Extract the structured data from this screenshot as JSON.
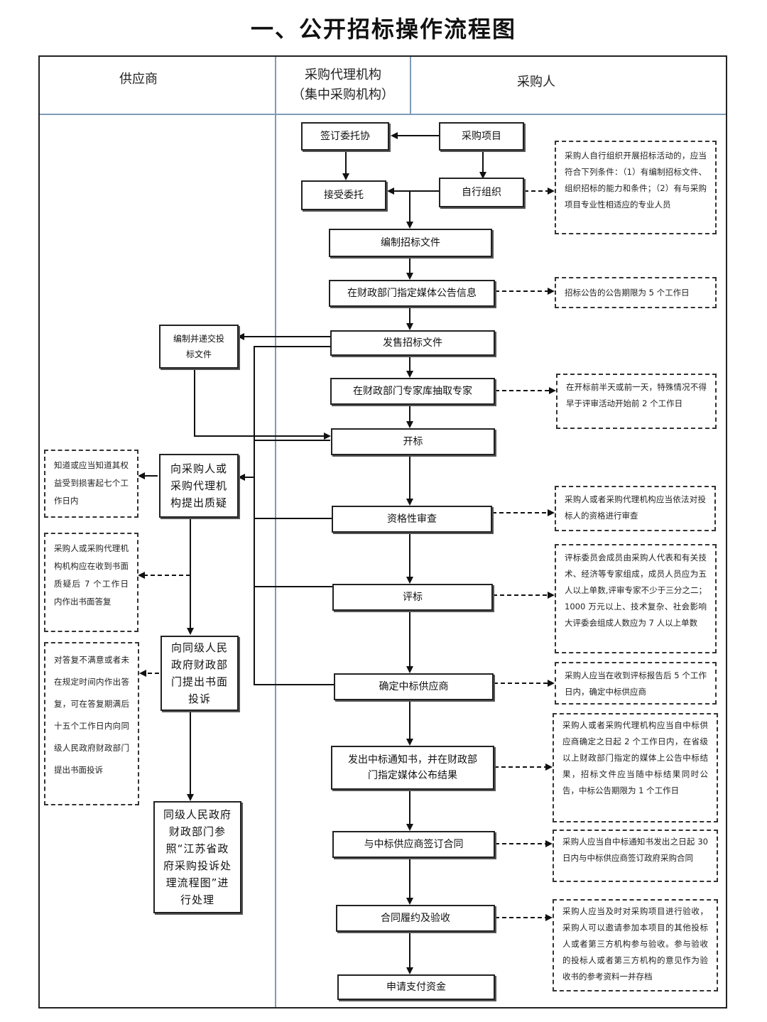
{
  "title": "一、公开招标操作流程图",
  "lanes": {
    "supplier": "供应商",
    "agency_line1": "采购代理机构",
    "agency_line2": "（集中采购机构）",
    "purchaser": "采购人"
  },
  "boxes": {
    "sign_entrust": "签订委托协",
    "purchase_project": "采购项目",
    "accept_entrust": "接受委托",
    "self_organize": "自行组织",
    "prepare_docs": "编制招标文件",
    "announce_media": "在财政部门指定媒体公告信息",
    "sell_docs": "发售招标文件",
    "prepare_bid": "编制并递交投标文件",
    "draw_experts": "在财政部门专家库抽取专家",
    "open_bid": "开标",
    "question": "向采购人或采购代理机构提出质疑",
    "qualification": "资格性审查",
    "evaluate": "评标",
    "complaint": "向同级人民政府财政部门提出书面投诉",
    "determine_winner": "确定中标供应商",
    "handling": "同级人民政府财政部门参照“江苏省政府采购投诉处理流程图”进行处理",
    "notice": "发出中标通知书，并在财政部门指定媒体公布结果",
    "contract": "与中标供应商签订合同",
    "acceptance": "合同履约及验收",
    "payment": "申请支付资金"
  },
  "notes": {
    "self_org_conditions": "采购人自行组织开展招标活动的，应当符合下列条件：（1）有编制招标文件、组织招标的能力和条件；（2）有与采购项目专业性相适应的专业人员",
    "announce_period": "招标公告的公告期限为 5 个工作日",
    "expert_timing": "在开标前半天或前一天，特殊情况不得早于评审活动开始前 2 个工作日",
    "question_deadline": "知道或应当知道其权益受到损害起七个工作日内",
    "reply_deadline": "采购人或采购代理机构机构应在收到书面质疑后 7 个工作日内作出书面答复",
    "complaint_deadline": "对答复不满意或者未在规定时间内作出答复，可在答复期满后十五个工作日内向同级人民政府财政部门提出书面投诉",
    "qualification_note": "采购人或者采购代理机构应当依法对投标人的资格进行审查",
    "committee_note": "评标委员会成员由采购人代表和有关技术、经济等专家组成，成员人员应为五人以上单数,评审专家不少于三分之二；1000 万元以上、技术复杂、社会影响大评委会组成人数应为 7 人以上单数",
    "winner_note": "采购人应当在收到评标报告后 5 个工作日内，确定中标供应商",
    "notice_note": "采购人或者采购代理机构应当自中标供应商确定之日起 2 个工作日内，在省级以上财政部门指定的媒体上公告中标结果，招标文件应当随中标结果同时公告，中标公告期限为 1 个工作日",
    "contract_note": "采购人应当自中标通知书发出之日起 30 日内与中标供应商签订政府采购合同",
    "acceptance_note": "采购人应当及时对采购项目进行验收，采购人可以邀请参加本项目的其他投标人或者第三方机构参与验收。参与验收的投标人或者第三方机构的意见作为验收书的参考资料一并存档"
  }
}
